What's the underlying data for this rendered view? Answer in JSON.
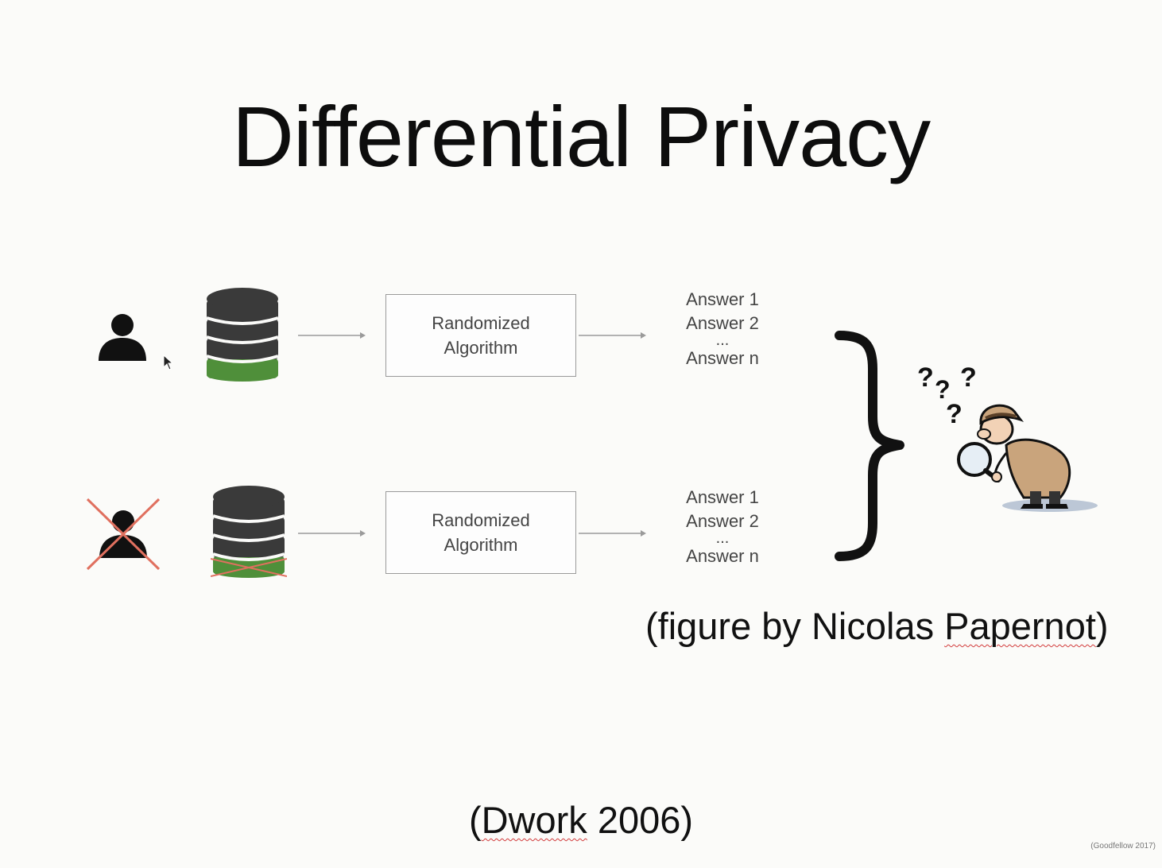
{
  "slide": {
    "title": "Differential Privacy",
    "credit": {
      "prefix": "(figure by Nicolas ",
      "name": "Papernot",
      "suffix": ")"
    },
    "citation": {
      "open": "(",
      "author": "Dwork",
      "rest": " 2006)"
    },
    "corner_note": "(Goodfellow 2017)"
  },
  "diagram": {
    "rows": [
      {
        "algorithm": [
          "Randomized",
          "Algorithm"
        ],
        "answers": [
          "Answer 1",
          "Answer 2",
          "...",
          "Answer n"
        ],
        "person_removed": false
      },
      {
        "algorithm": [
          "Randomized",
          "Algorithm"
        ],
        "answers": [
          "Answer 1",
          "Answer 2",
          "...",
          "Answer n"
        ],
        "person_removed": true
      }
    ],
    "question_marks": [
      "?",
      "?",
      "?",
      "?"
    ],
    "colors": {
      "database": "#3a3a3a",
      "database_accent": "#4f8f3a",
      "cross": "#e0705f"
    }
  }
}
